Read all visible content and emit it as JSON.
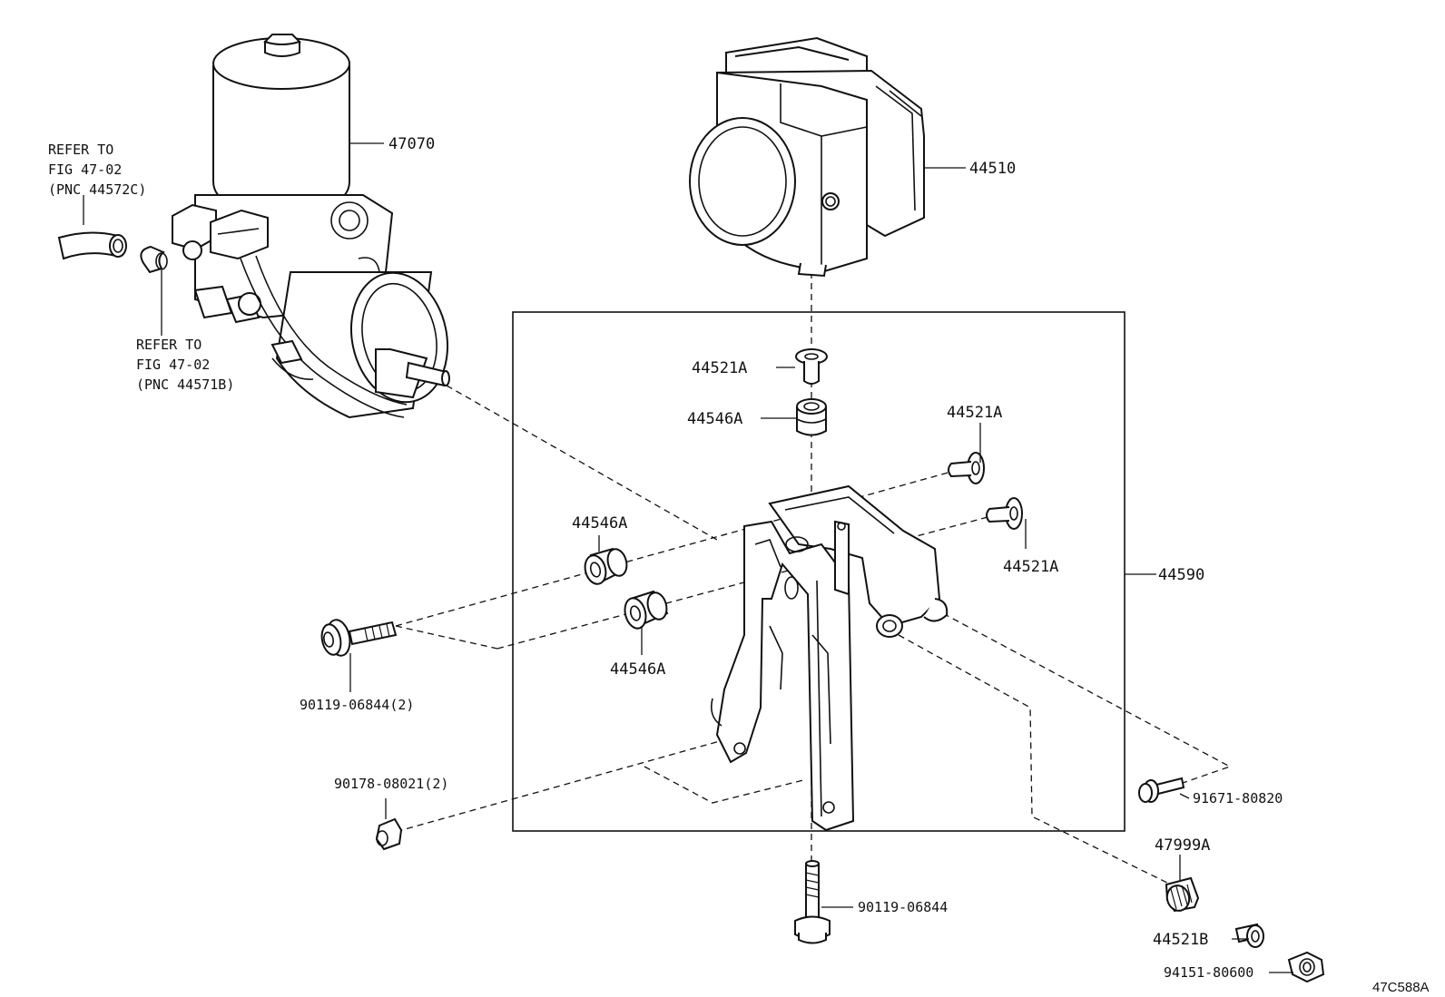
{
  "labels": {
    "p47070": "47070",
    "p44510": "44510",
    "p44521A_top": "44521A",
    "p44546A_top": "44546A",
    "p44521A_right1": "44521A",
    "p44521A_right2": "44521A",
    "p44546A_left1": "44546A",
    "p44546A_left2": "44546A",
    "p44590": "44590",
    "p90119_2": "90119-06844(2)",
    "p90178": "90178-08021(2)",
    "p91671": "91671-80820",
    "p47999A": "47999A",
    "p90119": "90119-06844",
    "p44521B": "44521B",
    "p94151": "94151-80600"
  },
  "refs": {
    "ref1": [
      "REFER TO",
      "FIG 47-02",
      "(PNC 44572C)"
    ],
    "ref2": [
      "REFER TO",
      "FIG 47-02",
      "(PNC 44571B)"
    ]
  },
  "figure_code": "47C588A"
}
